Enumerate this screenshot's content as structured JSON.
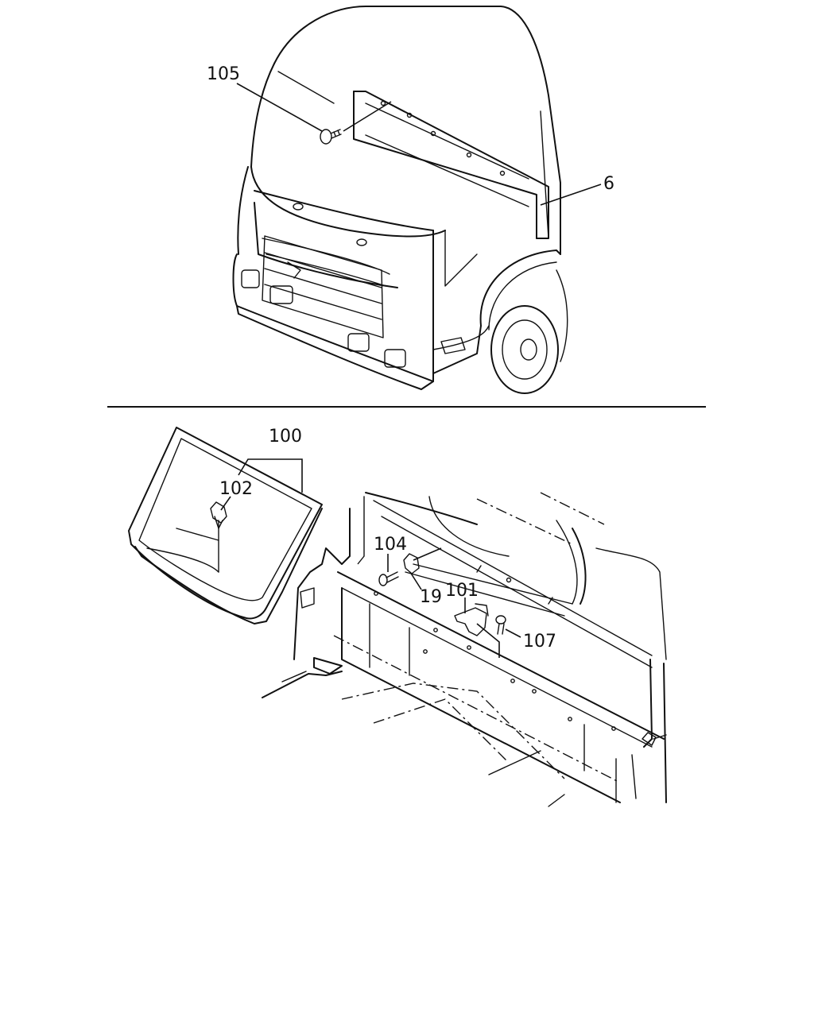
{
  "callouts": {
    "p105": "105",
    "p6": "6",
    "p100": "100",
    "p102": "102",
    "p104": "104",
    "p19": "19",
    "p101": "101",
    "p107": "107"
  },
  "colors": {
    "ink": "#111111",
    "background": "#ffffff"
  }
}
